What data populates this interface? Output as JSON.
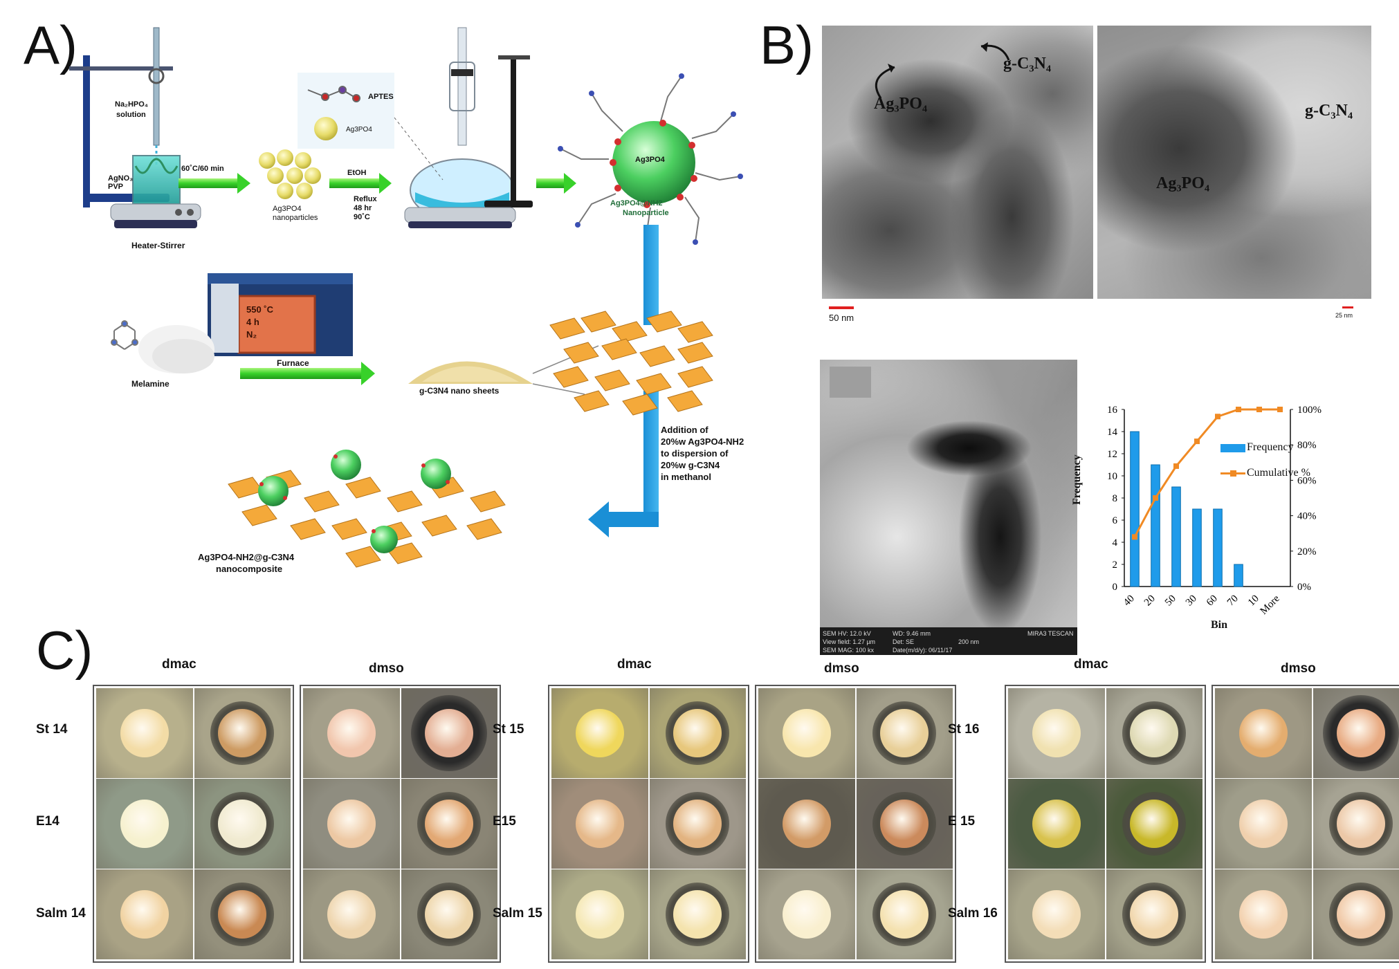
{
  "panels": {
    "a_letter": "A)",
    "b_letter": "B)",
    "c_letter": "C)"
  },
  "scheme": {
    "na2hpo4": "Na₂HPO₄",
    "solution": "solution",
    "agno3": "AgNO₃",
    "pvp": "PVP",
    "heater": "Heater-Stirrer",
    "cond1": "60˚C/60 min",
    "np_label1": "Ag3PO4",
    "np_label2": "nanoparticles",
    "etoh": "EtOH",
    "reflux": "Reflux",
    "hr": "48 hr",
    "temp": "90˚C",
    "aptes": "APTES",
    "ag3po4": "Ag3PO4",
    "sphere_label": "Ag3PO4",
    "nh2_np1": "Ag3PO4@NH2",
    "nh2_np2": "Nanoparticle",
    "furnace_t": "550 ˚C",
    "furnace_h": "4 h",
    "furnace_n": "N₂",
    "furnace": "Furnace",
    "melamine": "Melamine",
    "gcn": "g-C3N4 nano sheets",
    "add1": "Addition of",
    "add2": "20%w Ag3PO4-NH2",
    "add3": " to  dispersion of",
    "add4": "20%w  g-C3N4",
    "add5": " in methanol",
    "comp1": "Ag3PO4-NH2@g-C3N4",
    "comp2": "nanocomposite"
  },
  "tem": {
    "left_ag": "Ag₃PO₄",
    "left_gcn": "g-C₃N₄",
    "right_ag": "Ag₃PO₄",
    "right_gcn": "g-C₃N₄",
    "scale_left": "50 nm",
    "scale_right": "25 nm"
  },
  "sem": {
    "hv": "SEM HV: 12.0 kV",
    "wd": "WD: 9.46 mm",
    "vf": "View field: 1.27 µm",
    "det": "Det: SE",
    "mag": "SEM MAG: 100 kx",
    "date": "Date(m/d/y): 06/11/17",
    "scale": "200 nm",
    "brand": "MIRA3 TESCAN"
  },
  "histogram": {
    "xlabel": "Bin",
    "ylabel": "Frequency",
    "legend_freq": "Frequency",
    "legend_cum": "Cumulative %"
  },
  "chart_data": {
    "type": "bar",
    "categories": [
      "40",
      "20",
      "50",
      "30",
      "60",
      "70",
      "10",
      "More"
    ],
    "series": [
      {
        "name": "Frequency",
        "type": "bar",
        "values": [
          14,
          11,
          9,
          7,
          7,
          2,
          0,
          0
        ],
        "color": "#1f9bea"
      },
      {
        "name": "Cumulative %",
        "type": "line",
        "values": [
          28,
          50,
          68,
          82,
          96,
          100,
          100,
          100
        ],
        "color": "#f08a24"
      }
    ],
    "xlabel": "Bin",
    "ylabel": "Frequency",
    "ylim": [
      0,
      16
    ],
    "yticks": [
      0,
      2,
      4,
      6,
      8,
      10,
      12,
      14,
      16
    ],
    "y2lim": [
      0,
      100
    ],
    "y2ticks": [
      "0%",
      "20%",
      "40%",
      "60%",
      "80%",
      "100%"
    ],
    "legend": "upper-right"
  },
  "plates": {
    "groups": [
      {
        "dmac": "dmac",
        "dmso": "dmso",
        "rows": [
          "St 14",
          "E14",
          "Salm 14"
        ],
        "bg": [
          [
            "#b7b08c",
            "#a9a48a"
          ],
          [
            "#8f9a88",
            "#8c9480"
          ],
          [
            "#a9a285",
            "#94907c"
          ]
        ],
        "bg2": [
          [
            "#a49f8a",
            "#6e6a62"
          ],
          [
            "#8f8d80",
            "#8a8575"
          ],
          [
            "#9c9883",
            "#8b8878"
          ]
        ],
        "disk": [
          [
            "#f3dca6",
            "#cd9b63"
          ],
          [
            "#f6f1cf",
            "#f0ead0"
          ],
          [
            "#f1d3a2",
            "#c98953"
          ]
        ],
        "disk2": [
          [
            "#f1c6ad",
            "#e3ae93"
          ],
          [
            "#edc8a3",
            "#e2a874"
          ],
          [
            "#eed5ae",
            "#edd5aa"
          ]
        ],
        "halo": [
          [
            0,
            1
          ],
          [
            0,
            1
          ],
          [
            0,
            1
          ]
        ],
        "halo2": [
          [
            0,
            3
          ],
          [
            0,
            1
          ],
          [
            0,
            1
          ]
        ]
      },
      {
        "dmac": "dmac",
        "dmso": "dmso",
        "rows": [
          "St 15",
          "E15",
          "Salm 15"
        ],
        "bg": [
          [
            "#b7ac6e",
            "#aca575"
          ],
          [
            "#a08d7a",
            "#9e978a"
          ],
          [
            "#adab88",
            "#a7a58a"
          ]
        ],
        "bg2": [
          [
            "#a9a385",
            "#a29e8a"
          ],
          [
            "#5e5a4f",
            "#67625a"
          ],
          [
            "#a6a28e",
            "#a5a490"
          ]
        ],
        "disk": [
          [
            "#efd75c",
            "#e7c77c"
          ],
          [
            "#e5b889",
            "#e2b380"
          ],
          [
            "#f5e8b4",
            "#f4e3ad"
          ]
        ],
        "disk2": [
          [
            "#f8e6ad",
            "#e8cf98"
          ],
          [
            "#d29b67",
            "#cb8a5c"
          ],
          [
            "#f9efcf",
            "#f4e1af"
          ]
        ],
        "halo": [
          [
            0,
            1
          ],
          [
            0,
            1
          ],
          [
            0,
            1
          ]
        ],
        "halo2": [
          [
            0,
            1
          ],
          [
            0,
            1
          ],
          [
            0,
            1
          ]
        ]
      },
      {
        "dmac": "dmac",
        "dmso": "dmso",
        "rows": [
          "St 16",
          "E 15",
          "Salm 16"
        ],
        "bg": [
          [
            "#b5b3a4",
            "#a9a797"
          ],
          [
            "#4c5b43",
            "#4b5a3b"
          ],
          [
            "#a7a48a",
            "#a3a18a"
          ]
        ],
        "bg2": [
          [
            "#9e9884",
            "#88857a"
          ],
          [
            "#9f9d8a",
            "#a6a393"
          ],
          [
            "#a3a08b",
            "#9d9a88"
          ]
        ],
        "disk": [
          [
            "#f0e1b0",
            "#ded9b3"
          ],
          [
            "#d8c24d",
            "#c8b829"
          ],
          [
            "#f3ddb7",
            "#f1d7ad"
          ]
        ],
        "disk2": [
          [
            "#e4ad6f",
            "#e8ab83"
          ],
          [
            "#f0d0ad",
            "#ecc8a7"
          ],
          [
            "#f3d2b0",
            "#f0c8a6"
          ]
        ],
        "halo": [
          [
            0,
            1
          ],
          [
            0,
            1
          ],
          [
            0,
            1
          ]
        ],
        "halo2": [
          [
            0,
            3
          ],
          [
            0,
            1
          ],
          [
            0,
            1
          ]
        ]
      }
    ]
  }
}
